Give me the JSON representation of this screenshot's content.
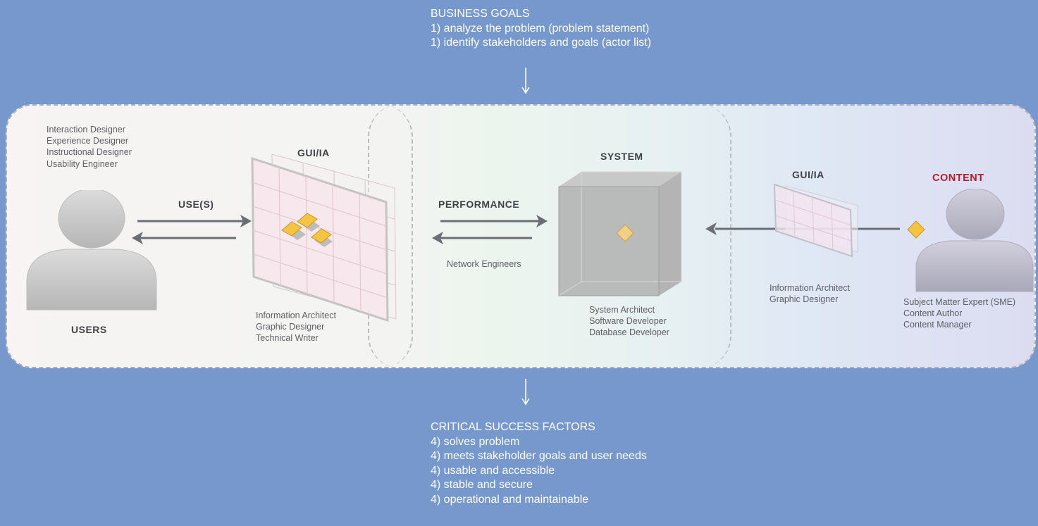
{
  "business_goals": {
    "title": "BUSINESS GOALS",
    "items": [
      "1) analyze the problem (problem statement)",
      "1) identify stakeholders and goals (actor list)"
    ]
  },
  "critical_success_factors": {
    "title": "CRITICAL SUCCESS FACTORS",
    "items": [
      "4) solves problem",
      "4) meets stakeholder goals and user needs",
      "4) usable and accessible",
      "4) stable and secure",
      "4) operational and maintainable"
    ]
  },
  "users": {
    "label": "USERS",
    "roles": [
      "Interaction Designer",
      "Experience Designer",
      "Instructional Designer",
      "Usability  Engineer"
    ]
  },
  "uses_label": "USE(S)",
  "gui_left": {
    "label": "GUI/IA",
    "roles": [
      "Information Architect",
      "Graphic Designer",
      "Technical Writer"
    ]
  },
  "performance": {
    "label": "PERFORMANCE",
    "roles": [
      "Network Engineers"
    ]
  },
  "system": {
    "label": "SYSTEM",
    "roles": [
      "System Architect",
      "Software Developer",
      "Database Developer"
    ]
  },
  "gui_right": {
    "label": "GUI/IA",
    "roles": [
      "Information Architect",
      "Graphic Designer"
    ]
  },
  "content": {
    "label": "CONTENT",
    "roles": [
      "Subject Matter Expert (SME)",
      "Content Author",
      "Content Manager"
    ]
  },
  "colors": {
    "background": "#7698cd",
    "content_label": "#b31e2c",
    "diamond": "#f5c542",
    "arrow": "#6b6e74"
  }
}
